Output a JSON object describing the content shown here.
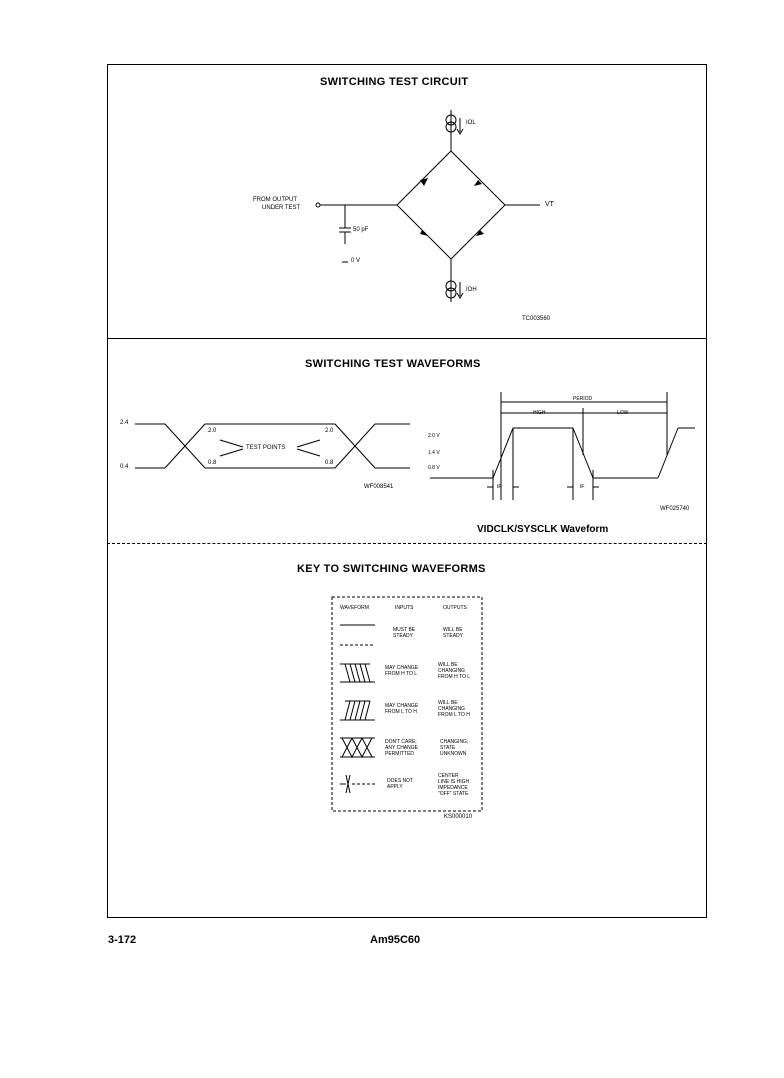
{
  "circuit": {
    "title": "SWITCHING TEST CIRCUIT",
    "input_label_1": "FROM OUTPUT",
    "input_label_2": "UNDER TEST",
    "cap_label": "50 pF",
    "ground_label": "0 V",
    "iol_label": "IOL",
    "ioh_label": "IOH",
    "vt_label": "VT",
    "figure_id": "TC003560"
  },
  "waveforms": {
    "title": "SWITCHING TEST WAVEFORMS",
    "left": {
      "v_high": "2.4",
      "v_low": "0.4",
      "level_20_a": "2.0",
      "level_08_a": "0.8",
      "level_20_b": "2.0",
      "level_08_b": "0.8",
      "test_points": "TEST POINTS",
      "figure_id": "WF008541"
    },
    "right": {
      "period": "PERIOD",
      "high": "HIGH",
      "low": "LOW",
      "v20": "2.0 V",
      "v14": "1.4 V",
      "v08": "0.8 V",
      "tr": "tR",
      "tf": "tF",
      "figure_id": "WF025740",
      "caption": "VIDCLK/SYSCLK Waveform"
    }
  },
  "key": {
    "title": "KEY TO SWITCHING WAVEFORMS",
    "headers": [
      "WAVEFORM",
      "INPUTS",
      "OUTPUTS"
    ],
    "rows": [
      {
        "inputs": [
          "MUST BE",
          "STEADY"
        ],
        "outputs": [
          "WILL BE",
          "STEADY"
        ]
      },
      {
        "inputs": [
          "MAY CHANGE",
          "FROM H TO L"
        ],
        "outputs": [
          "WILL BE",
          "CHANGING",
          "FROM H TO L"
        ]
      },
      {
        "inputs": [
          "MAY CHANGE",
          "FROM L TO H"
        ],
        "outputs": [
          "WILL BE",
          "CHANGING",
          "FROM L TO H"
        ]
      },
      {
        "inputs": [
          "DON'T CARE;",
          "ANY CHANGE",
          "PERMITTED"
        ],
        "outputs": [
          "CHANGING;",
          "STATE",
          "UNKNOWN"
        ]
      },
      {
        "inputs": [
          "DOES NOT",
          "APPLY"
        ],
        "outputs": [
          "CENTER",
          "LINE IS HIGH",
          "IMPEDANCE",
          "\"OFF\" STATE"
        ]
      }
    ],
    "figure_id": "KS000010"
  },
  "footer": {
    "page": "3-172",
    "part": "Am95C60"
  }
}
